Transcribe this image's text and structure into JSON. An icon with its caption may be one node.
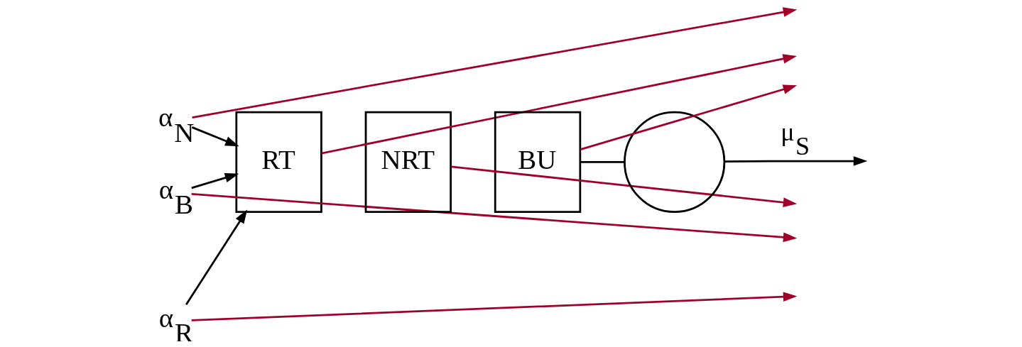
{
  "diagram": {
    "nodes": [
      {
        "text": [
          "α$_{N}$"
        ]
      },
      {
        "text": [
          "α$_{B}$"
        ]
      },
      {
        "text": [
          "α$_{R}$"
        ]
      },
      {
        "text": [
          "RT"
        ]
      },
      {
        "text": [
          "NRT"
        ]
      },
      {
        "text": [
          "BU"
        ]
      },
      {
        "text": [],
        "shape": "circle"
      }
    ],
    "edges": [
      {
        "from": 0,
        "to": 3,
        "arrow": "to",
        "color": "#000000"
      },
      {
        "from": 1,
        "to": 3,
        "arrow": "to",
        "color": "#000000"
      },
      {
        "from": 2,
        "to": 3,
        "arrow": "to",
        "color": "#000000"
      },
      {
        "from": 5,
        "to": 6,
        "arrow": "none",
        "color": "#000000"
      },
      {
        "from": 6,
        "to": null,
        "arrow": "to",
        "label": "μ$_{S}$",
        "color": "#000000"
      },
      {
        "from": 0,
        "to": null,
        "arrow": "to",
        "color": "#a00029"
      },
      {
        "from": 1,
        "to": null,
        "arrow": "to",
        "color": "#a00029"
      },
      {
        "from": 2,
        "to": null,
        "arrow": "to",
        "color": "#a00029"
      },
      {
        "from": 3,
        "to": null,
        "arrow": "to",
        "color": "#a00029"
      },
      {
        "from": 4,
        "to": null,
        "arrow": "to",
        "color": "#a00029"
      },
      {
        "from": 5,
        "to": null,
        "arrow": "to",
        "color": "#a00029"
      }
    ]
  }
}
